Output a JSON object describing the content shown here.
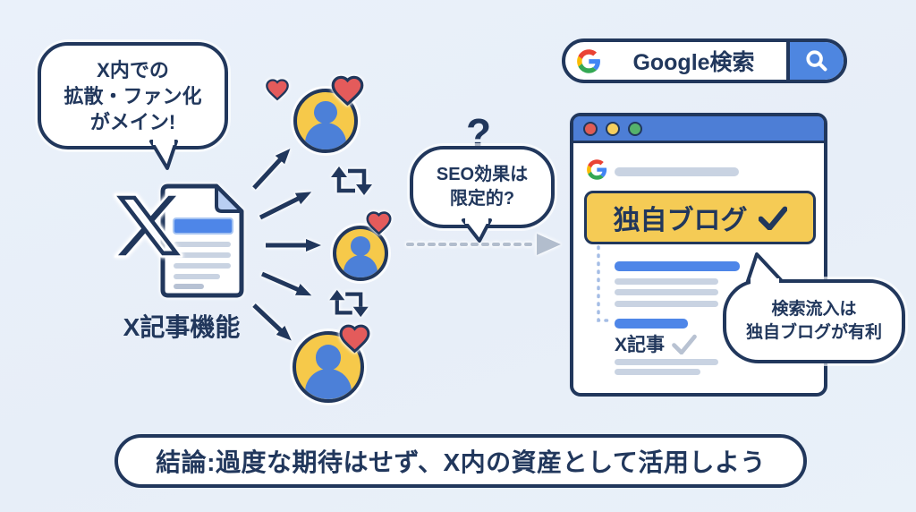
{
  "colors": {
    "background": "#e9f0f9",
    "outline_navy": "#21375c",
    "primary_blue": "#4d7ed6",
    "accent_yellow": "#f5cb55",
    "heart_red": "#e45b5b",
    "muted_gray": "#c9d3e2",
    "google_blue": "#4285F4",
    "google_red": "#EA4335",
    "google_yellow": "#FBBC05",
    "google_green": "#34A853"
  },
  "left_section": {
    "speech_bubble": {
      "lines": [
        "X内での",
        "拡散・ファン化",
        "がメイン!"
      ]
    },
    "doc_label": "X記事機能"
  },
  "middle_section": {
    "question_mark": "?",
    "speech_bubble": {
      "lines": [
        "SEO効果は",
        "限定的?"
      ]
    }
  },
  "right_section": {
    "search_bar_label": "Google検索",
    "browser": {
      "result_highlight": "独自ブログ",
      "x_article_label": "X記事"
    },
    "speech_bubble": {
      "lines": [
        "検索流入は",
        "独自ブログが有利"
      ]
    }
  },
  "footer": {
    "conclusion": "結論:過度な期待はせず、X内の資産として活用しよう"
  }
}
